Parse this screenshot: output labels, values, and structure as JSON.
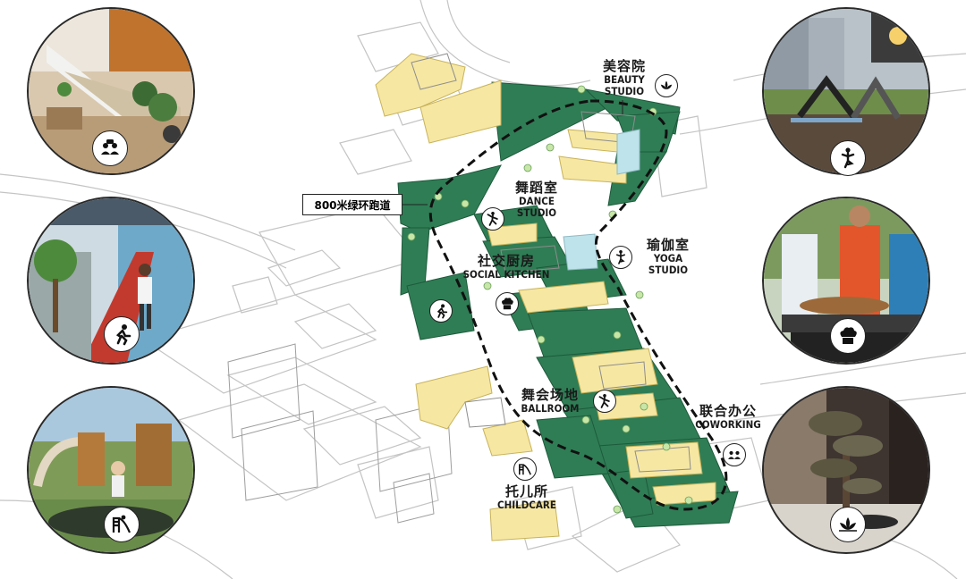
{
  "track_tag": "800米绿环跑道",
  "labels": {
    "beauty": {
      "cn": "美容院",
      "en1": "BEAUTY",
      "en2": "STUDIO"
    },
    "dance": {
      "cn": "舞蹈室",
      "en1": "DANCE",
      "en2": "STUDIO"
    },
    "yoga": {
      "cn": "瑜伽室",
      "en1": "YOGA",
      "en2": "STUDIO"
    },
    "kitchen": {
      "cn": "社交厨房",
      "en1": "SOCIAL KITCHEN"
    },
    "ballroom": {
      "cn": "舞会场地",
      "en1": "BALLROOM"
    },
    "coworking": {
      "cn": "联合办公",
      "en1": "COWORKING"
    },
    "childcare": {
      "cn": "托儿所",
      "en1": "CHILDCARE"
    }
  },
  "colors": {
    "green": "#2f7d55",
    "yellow": "#f6e7a3",
    "line": "#b9b9b9"
  },
  "icons": [
    "coworking-icon",
    "runner-icon",
    "slide-icon",
    "yoga-pose-icon",
    "chef-hat-icon",
    "lotus-icon",
    "dancer-icon"
  ]
}
